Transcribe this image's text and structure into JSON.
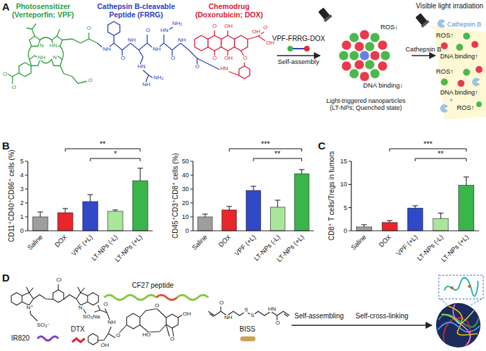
{
  "diagram": {
    "nodes": [
      {
        "text": [
          "Photosensitizer (Verteporfin; VPF)",
          "Cathepsin B-cleavable Peptide (FRRG)",
          "Chemodrug (Doxorubicin; DOX)"
        ]
      },
      {
        "text": [
          "ROS↓",
          "DNA binding↓",
          "Light-triggered nanoparticles (LT-NPs; Quenched state)"
        ]
      },
      {
        "text": [
          "Cathepsin B",
          "ROS↑",
          "DNA binding↑",
          "ROS↑",
          "DNA binding↑",
          "ROS↑"
        ]
      }
    ],
    "edges": [
      {
        "from": 0,
        "to": 1,
        "label": "Self-assembly",
        "arrow": "to"
      },
      {
        "from": 1,
        "to": 2,
        "label": "Cathepsin B",
        "arrow": "to"
      }
    ],
    "labels": [
      "A",
      "VPF-FRRG-DOX",
      "Visible light irradiation",
      "N",
      "HN",
      "NH",
      "N",
      "O",
      "O",
      "O",
      "O",
      "NH",
      "O",
      "NH",
      "O",
      "NH",
      "O",
      "NH",
      "HN",
      "NH₂",
      "NH",
      "HN",
      "NH₂",
      "O",
      "OH",
      "O",
      "OH",
      "OH",
      "O",
      "OH",
      "O",
      "HN",
      "O",
      "B",
      "C",
      "D",
      "CD11⁺CD40⁺CD86⁺ cells (%)",
      "0",
      "1",
      "2",
      "3",
      "4",
      "5",
      "Saline",
      "DOX",
      "VPF (+L)",
      "LT-NPs (-L)",
      "LT-NPs (+L)",
      "**",
      "*",
      "CD45⁺CD3⁺CD8⁺ cells (%)",
      "0",
      "10",
      "20",
      "30",
      "40",
      "50",
      "Saline",
      "DOX",
      "VPF (+L)",
      "LT-NPs (-L)",
      "LT-NPs (+L)",
      "***",
      "**",
      "CD8⁺ T cells/Tregs in tumors",
      "0",
      "5",
      "10",
      "15",
      "Saline",
      "DOX",
      "VPF (+L)",
      "LT-NPs (-L)",
      "LT-NPs (+L)",
      "***",
      "**",
      "IR820",
      "CF27 peptide",
      "DTX",
      "BISS",
      "Self-assembling",
      "Self-cross-linking",
      "Cl",
      "N⁺",
      "N",
      "SO₃⁻",
      "SO₃Na",
      "O",
      "NH",
      "O",
      "OH",
      "O",
      "HO",
      "OH",
      "O",
      "O",
      "NH",
      "S",
      "S",
      "HN",
      "O"
    ]
  }
}
